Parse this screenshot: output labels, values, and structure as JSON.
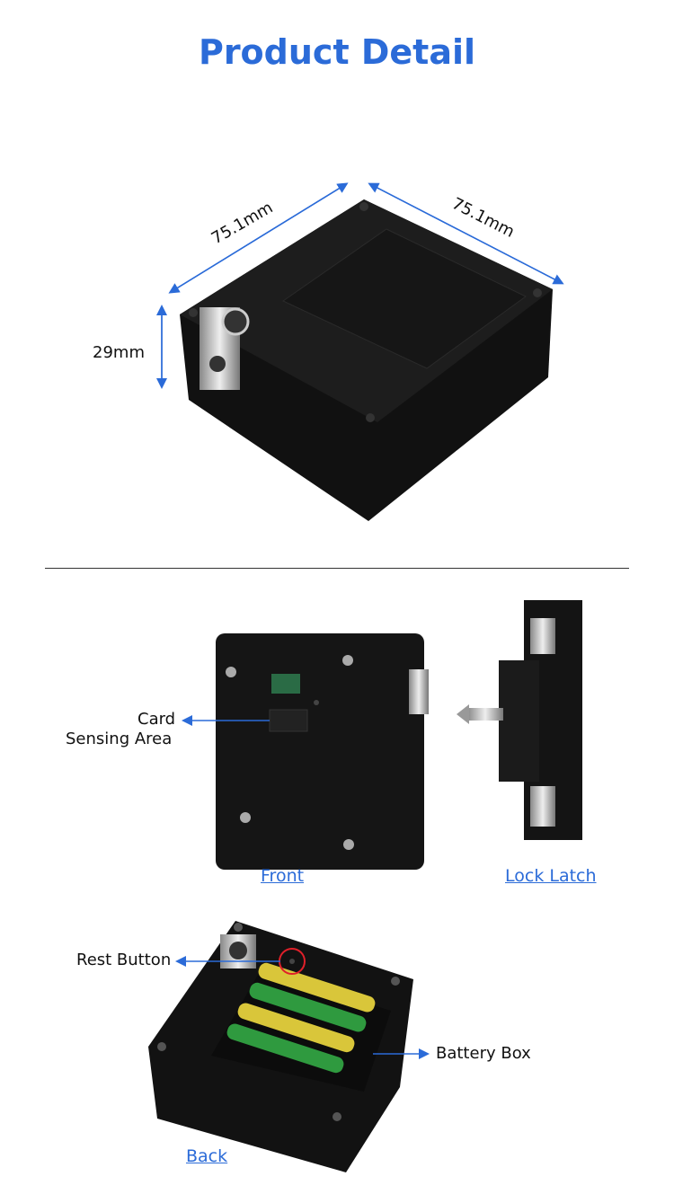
{
  "header": {
    "title": "Product Detail"
  },
  "dimensions": {
    "width_label": "75.1mm",
    "depth_label": "75.1mm",
    "height_label": "29mm"
  },
  "front_view": {
    "callout": "Card\nSensing Area",
    "callout_line1": "Card",
    "callout_line2": "Sensing Area",
    "caption": "Front"
  },
  "latch_view": {
    "caption": "Lock Latch"
  },
  "back_view": {
    "reset_callout": "Rest Button",
    "battery_callout": "Battery Box",
    "caption": "Back"
  },
  "colors": {
    "accent": "#2b6bd8",
    "highlight": "#e0202a",
    "device": "#151515"
  }
}
